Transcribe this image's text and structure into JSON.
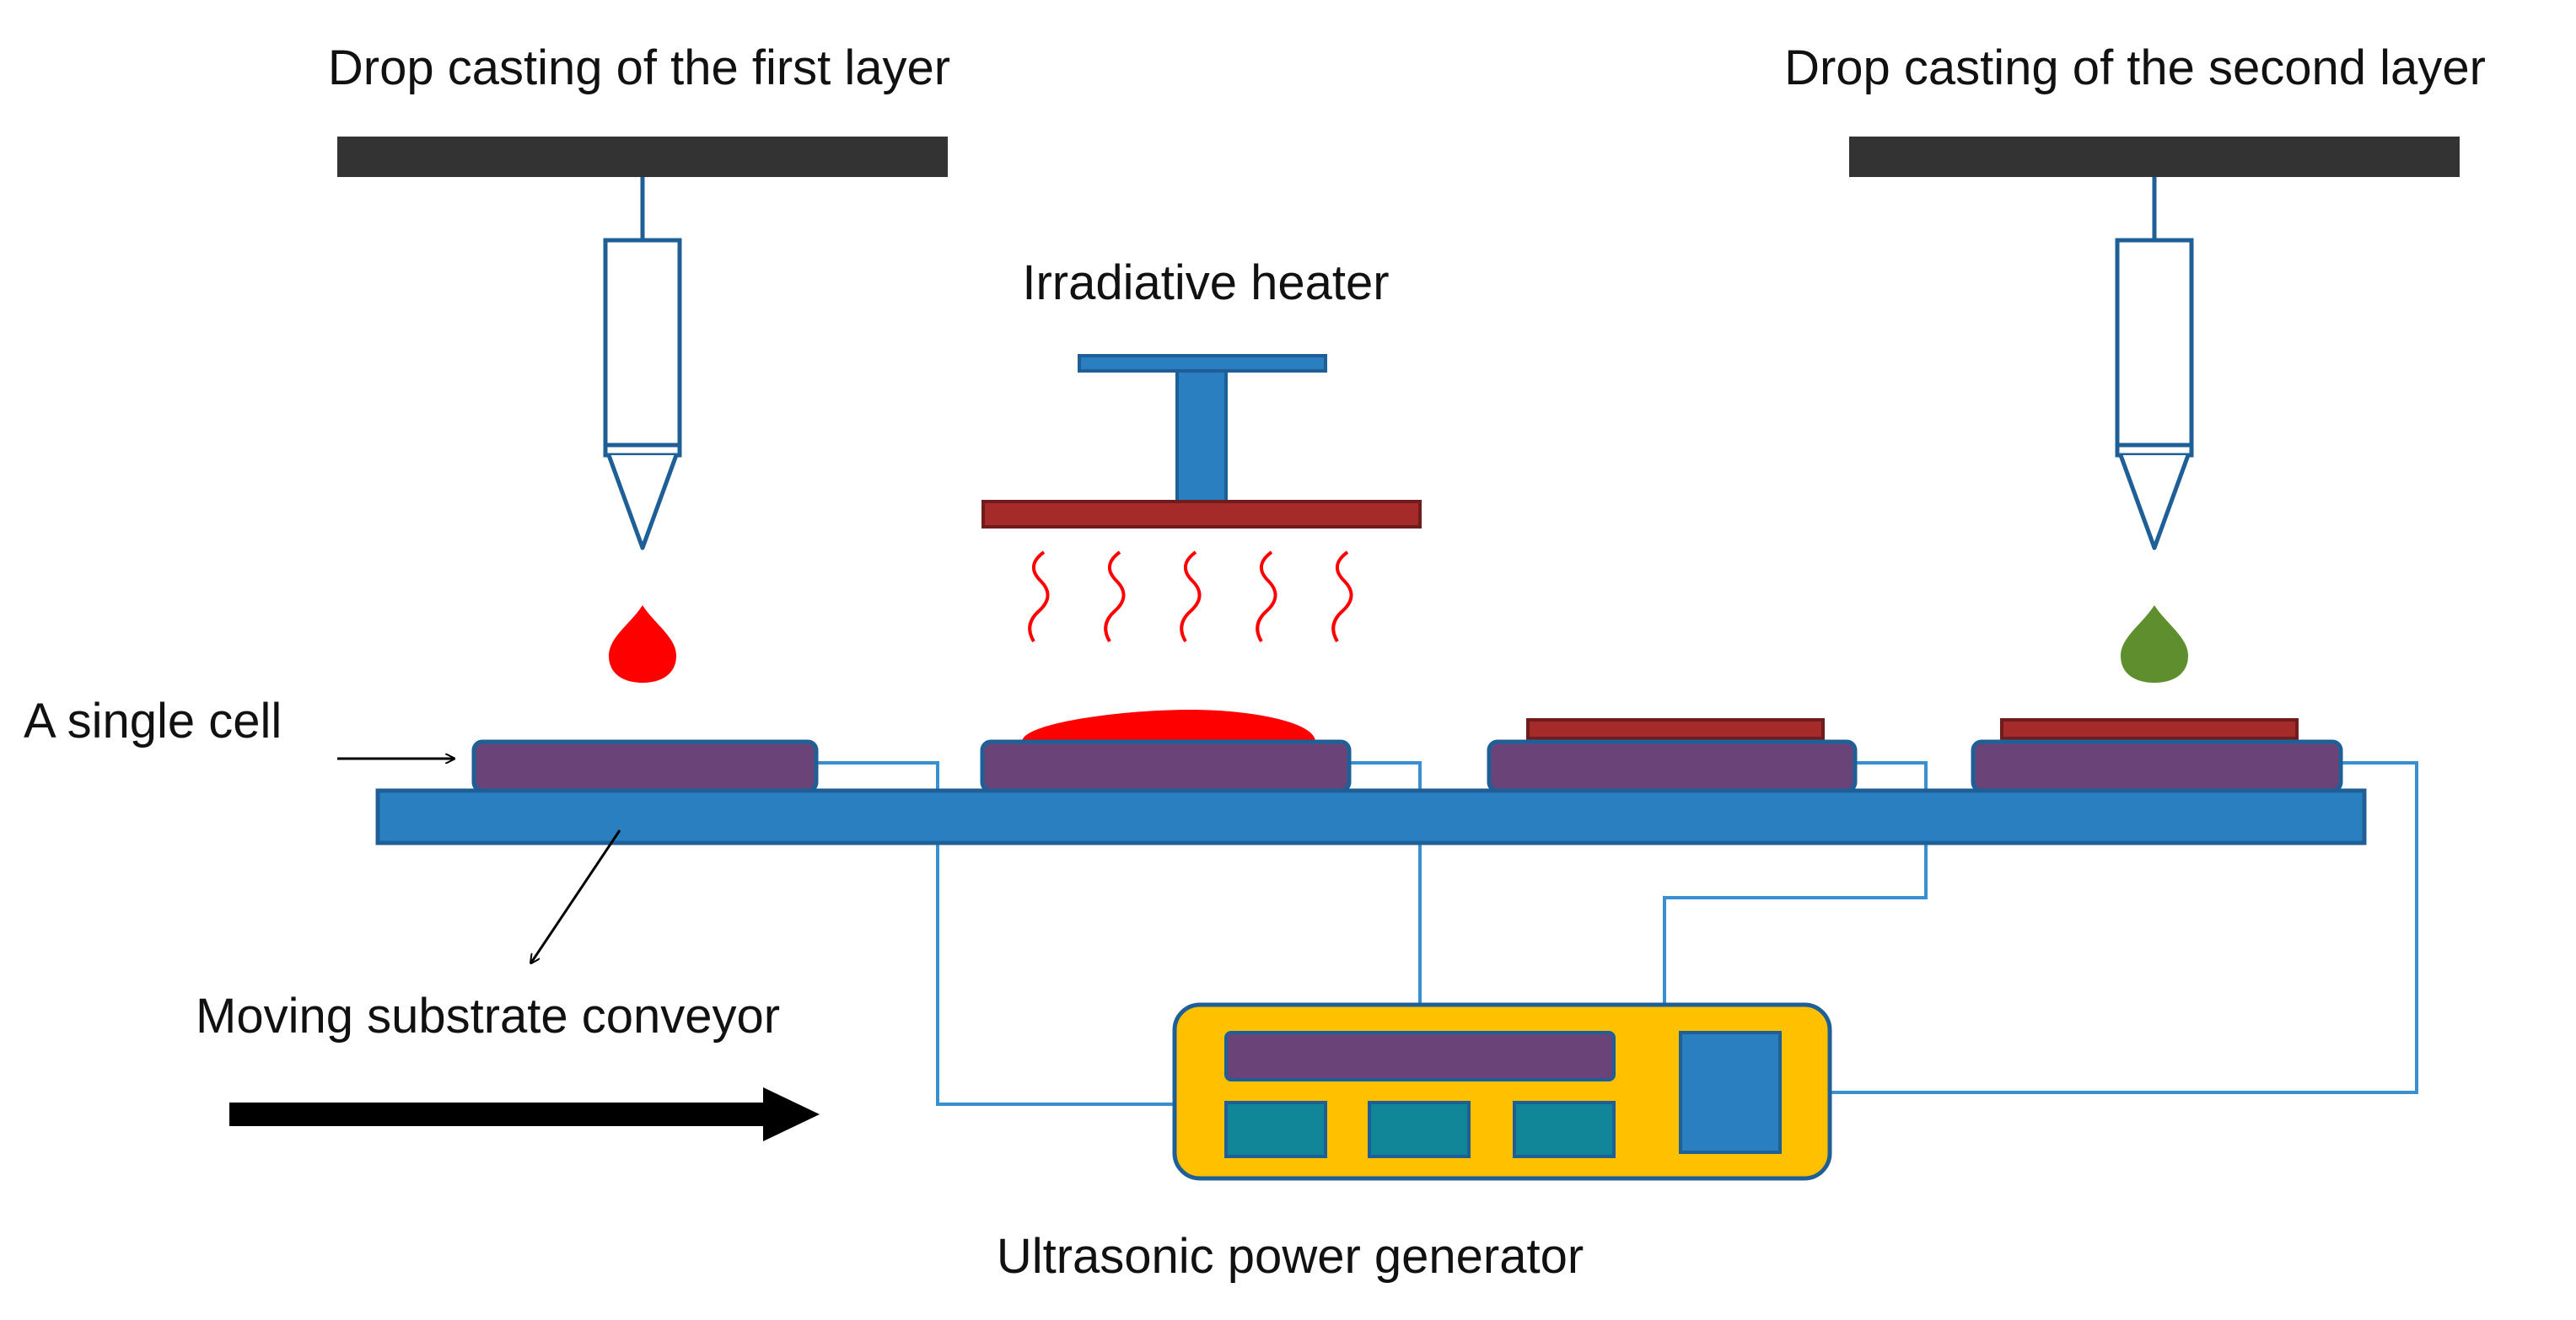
{
  "labels": {
    "first_layer": "Drop casting of the first layer",
    "second_layer": "Drop casting of the second layer",
    "heater": "Irradiative heater",
    "single_cell": "A single cell",
    "conveyor": "Moving substrate conveyor",
    "generator": "Ultrasonic power generator"
  },
  "colors": {
    "substrate_blue": "#2a7fc0",
    "outline_blue": "#1f5f97",
    "cell_purple": "#6a4478",
    "film_red": "#a52a2a",
    "drop_red": "#ff0000",
    "drop_green": "#5e8f2c",
    "generator_yellow": "#ffc000",
    "button_teal": "#118699",
    "dark_bar": "#333333",
    "wire": "#3a8fd0"
  },
  "icons": {
    "first_dispenser": "syringe-icon",
    "second_dispenser": "syringe-icon",
    "heat_waves": "heat-wave-icon",
    "direction_arrow": "right-arrow-icon"
  }
}
